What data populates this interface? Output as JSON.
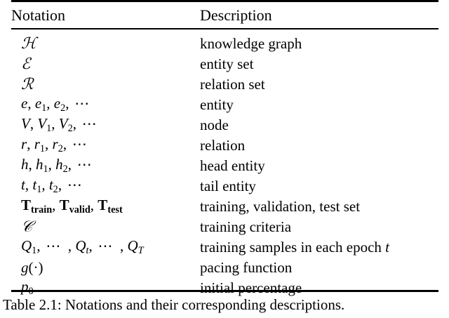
{
  "table": {
    "headers": {
      "notation": "Notation",
      "description": "Description"
    },
    "rows": [
      {
        "notation_text": "ℋ",
        "description": "knowledge graph"
      },
      {
        "notation_text": "ℰ",
        "description": "entity set"
      },
      {
        "notation_text": "ℛ",
        "description": "relation set"
      },
      {
        "notation_text": "e, e1, e2, ⋯",
        "description": "entity"
      },
      {
        "notation_text": "V, V1, V2, ⋯",
        "description": "node"
      },
      {
        "notation_text": "r, r1, r2, ⋯",
        "description": "relation"
      },
      {
        "notation_text": "h, h1, h2, ⋯",
        "description": "head entity"
      },
      {
        "notation_text": "t, t1, t2, ⋯",
        "description": "tail entity"
      },
      {
        "notation_text": "Ttrain, Tvalid, Ttest",
        "description": "training, validation, test set"
      },
      {
        "notation_text": "𝒞",
        "description": "training criteria"
      },
      {
        "notation_text": "Q1, ⋯ , Qt, ⋯ , QT",
        "description": "training samples in each epoch t"
      },
      {
        "notation_text": "g(·)",
        "description": "pacing function"
      },
      {
        "notation_text": "p0",
        "description": "initial percentage"
      }
    ]
  },
  "caption": {
    "label": "Table 2.1:",
    "text": "Notations and their corresponding descriptions.",
    "full": "Table 2.1: Notations and their corresponding descriptions."
  },
  "symbols": {
    "script_h": "ℋ",
    "script_e": "ℰ",
    "script_r": "ℛ",
    "script_c": "𝒞",
    "cdots": "⋯",
    "cdot": "·",
    "epoch_var": "t"
  },
  "colors": {
    "text": "#000000",
    "background": "#ffffff",
    "rule": "#000000"
  }
}
